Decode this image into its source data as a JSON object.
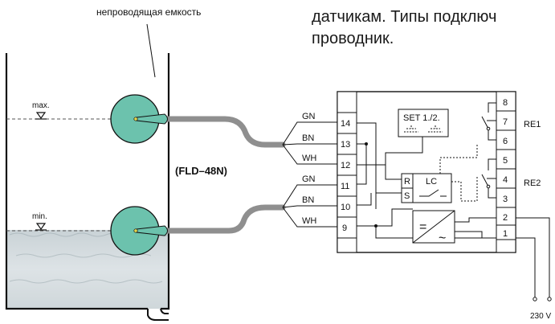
{
  "header": {
    "line1": "датчикам. Типы подключ",
    "line2": "проводник."
  },
  "tank": {
    "caption": "непроводящая емкость",
    "max_label": "max.",
    "min_label": "min."
  },
  "model_label": "(FLD–48N)",
  "wire_labels": {
    "upper": [
      "GN",
      "BN",
      "WH"
    ],
    "lower": [
      "GN",
      "BN",
      "WH"
    ]
  },
  "terminals": {
    "left": [
      "14",
      "13",
      "12",
      "11",
      "10",
      "9"
    ],
    "right": [
      "8",
      "7",
      "6",
      "5",
      "4",
      "3",
      "2",
      "1"
    ]
  },
  "relays": [
    "RE1",
    "RE2"
  ],
  "set_label": "SET 1./2.",
  "logic": {
    "r": "R",
    "s": "S",
    "lc": "LC"
  },
  "converter": {
    "dc": "=",
    "ac": "~"
  },
  "supply_label": "230 V"
}
